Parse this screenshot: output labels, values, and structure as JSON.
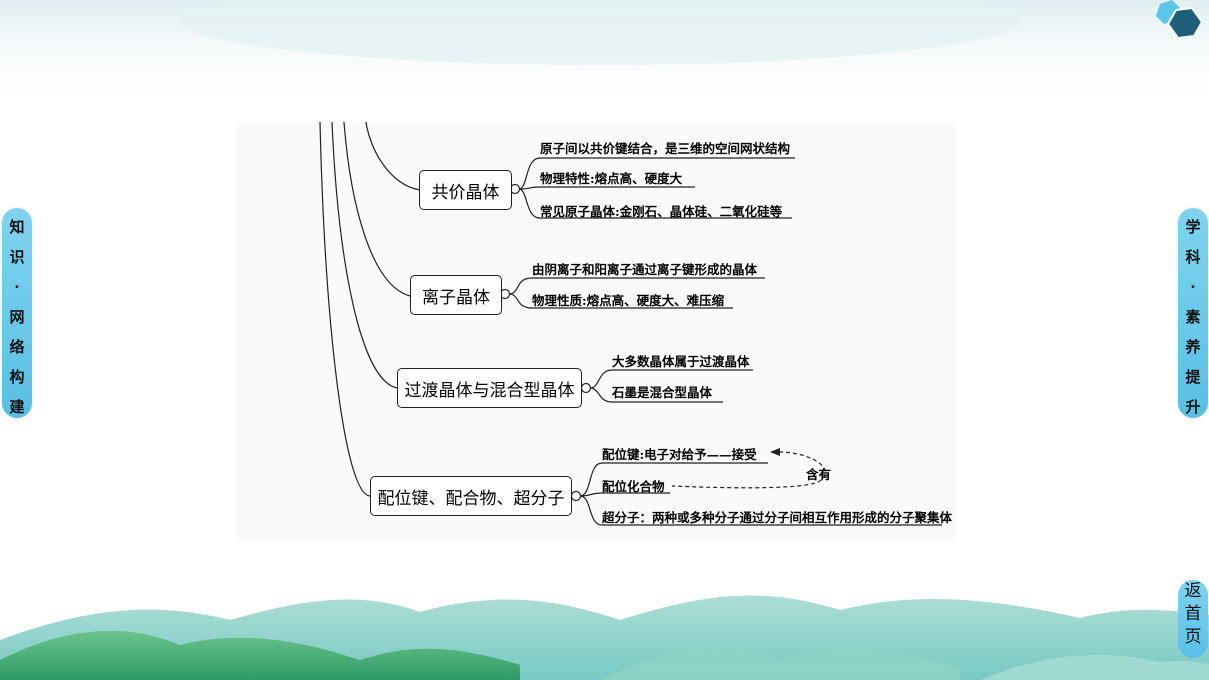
{
  "left_tab": {
    "chars": [
      "知",
      "识",
      "·",
      "网",
      "络",
      "构",
      "建"
    ]
  },
  "right_tab": {
    "chars": [
      "学",
      "科",
      "·",
      "素",
      "养",
      "提",
      "升"
    ]
  },
  "home_button": {
    "chars": [
      "返",
      "首",
      "页"
    ]
  },
  "diagram": {
    "branches": [
      {
        "label": "共价晶体",
        "items": [
          "原子间以共价键结合，是三维的空间网状结构",
          "物理特性:熔点高、硬度大",
          "常见原子晶体:金刚石、晶体硅、二氧化硅等"
        ]
      },
      {
        "label": "离子晶体",
        "items": [
          "由阴离子和阳离子通过离子键形成的晶体",
          "物理性质:熔点高、硬度大、难压缩"
        ]
      },
      {
        "label": "过渡晶体与混合型晶体",
        "items": [
          "大多数晶体属于过渡晶体",
          "石墨是混合型晶体"
        ]
      },
      {
        "label": "配位键、配合物、超分子",
        "items": [
          "配位键:电子对给予——接受",
          "配位化合物",
          "超分子：两种或多种分子通过分子间相互作用形成的分子聚集体"
        ]
      }
    ],
    "annotation": "含有"
  },
  "colors": {
    "tab": "#6fcbee",
    "hex_dark": "#1f5f7a",
    "hex_light": "#5cc6ea"
  }
}
